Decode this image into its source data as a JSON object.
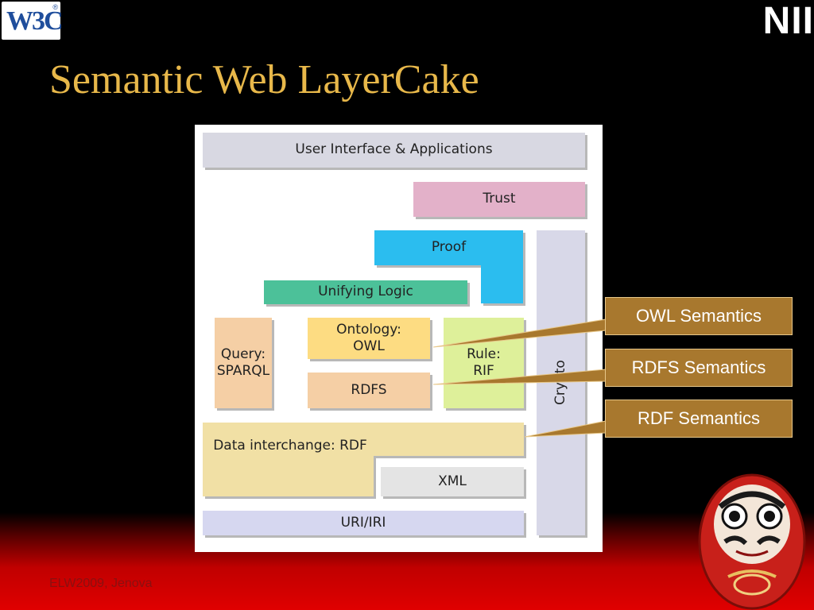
{
  "logos": {
    "left": "W3C",
    "left_mark": "®",
    "right": "NII"
  },
  "title": "Semantic Web LayerCake",
  "diagram": {
    "layers": {
      "ui": "User Interface & Applications",
      "trust": "Trust",
      "proof": "Proof",
      "logic": "Unifying Logic",
      "query": "Query: SPARQL",
      "ontology": "Ontology: OWL",
      "rule": "Rule: RIF",
      "rdfs": "RDFS",
      "data": "Data interchange: RDF",
      "xml": "XML",
      "uri": "URI/IRI",
      "crypto": "Crypto"
    }
  },
  "callouts": {
    "owl": "OWL Semantics",
    "rdfs": "RDFS Semantics",
    "rdf": "RDF Semantics"
  },
  "footer": "ELW2009, Jenova",
  "colors": {
    "title": "#e8b84a",
    "callout_bg": "#a8782e",
    "ui": "#d8d8e2",
    "trust": "#e3b1c9",
    "proof": "#2bbdef",
    "logic": "#4cc199",
    "query": "#f5cfa5",
    "ontology": "#fddc82",
    "rule": "#def09a",
    "rdfs": "#f5cfa5",
    "data": "#f1e0a5",
    "xml": "#e4e4e4",
    "uri": "#d6d7f0",
    "crypto": "#d8d8e8"
  }
}
